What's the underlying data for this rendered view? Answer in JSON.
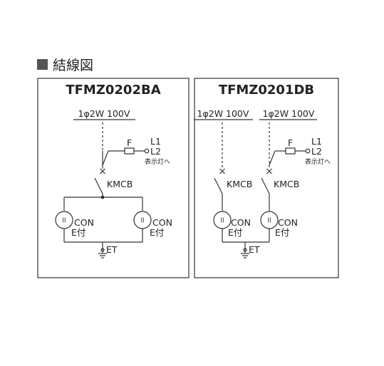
{
  "section_title": "結線図",
  "panels": [
    {
      "model": "TFMZ0202BA",
      "supply": "1φ2W 100V",
      "fuse": "F",
      "l1": "L1",
      "l2": "L2",
      "indicator_note": "表示灯へ",
      "breaker": "KMCB",
      "outlet_symbol": "ll",
      "outlets": [
        {
          "line1": "CON",
          "line2": "E付"
        },
        {
          "line1": "CON",
          "line2": "E付"
        }
      ],
      "ground": "ET"
    },
    {
      "model": "TFMZ0201DB",
      "supplies": [
        "1φ2W 100V",
        "1φ2W 100V"
      ],
      "fuse": "F",
      "l1": "L1",
      "l2": "L2",
      "indicator_note": "表示灯へ",
      "breakers": [
        "KMCB",
        "KMCB"
      ],
      "outlet_symbol": "ll",
      "outlets": [
        {
          "line1": "CON",
          "line2": "E付"
        },
        {
          "line1": "CON",
          "line2": "E付"
        }
      ],
      "ground": "ET"
    }
  ],
  "colors": {
    "line": "#333333",
    "header_square": "#555555",
    "text": "#222222"
  }
}
